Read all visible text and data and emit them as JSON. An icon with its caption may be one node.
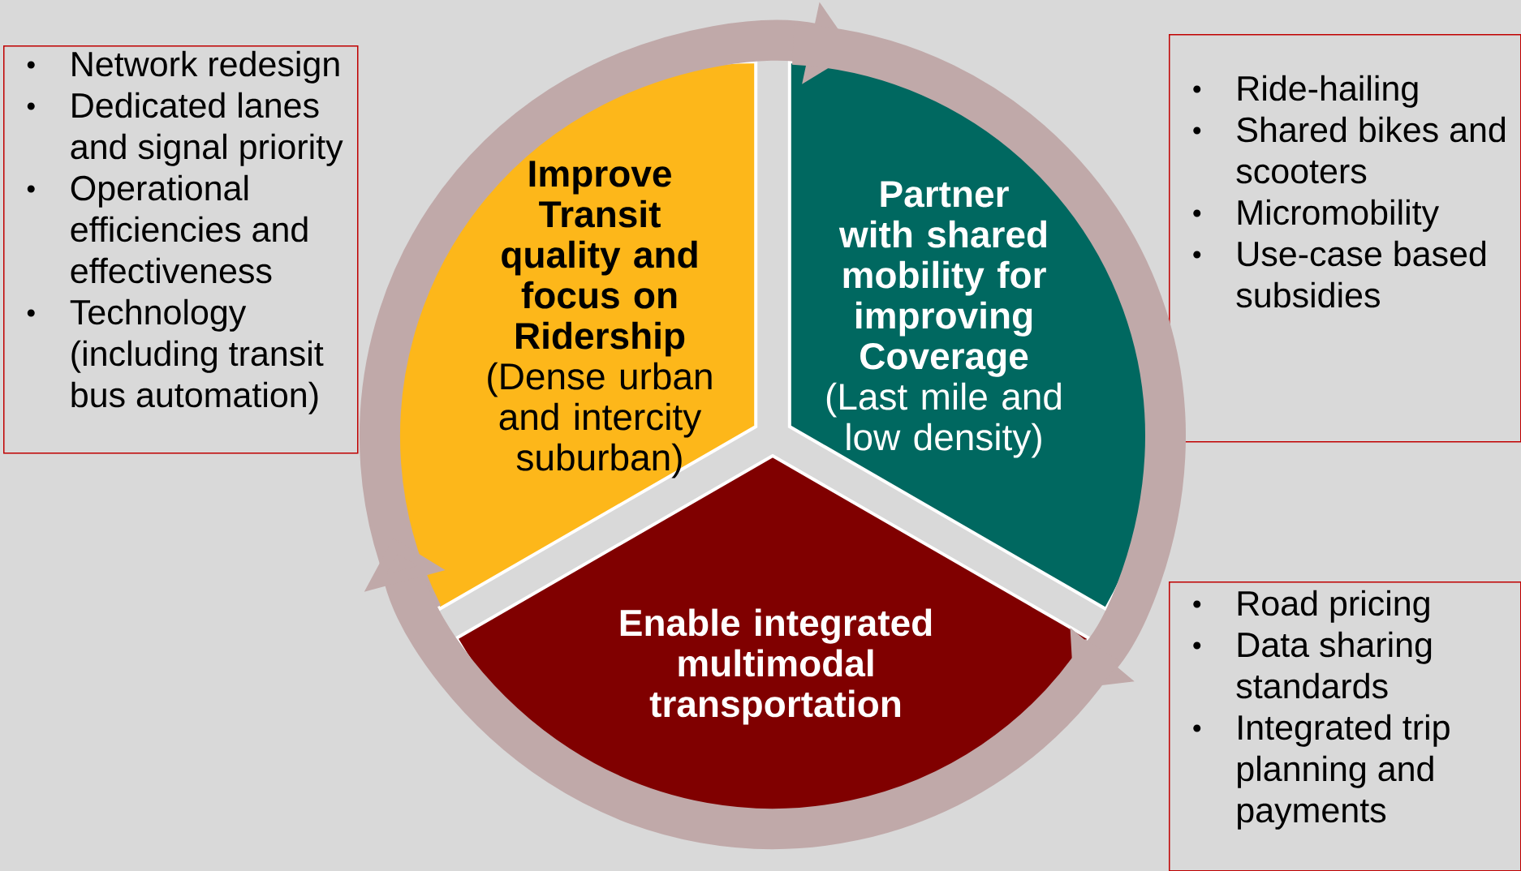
{
  "diagram": {
    "nodes": [
      {
        "text": [
          "Improve Transit quality and focus on Ridership",
          "(Dense urban and intercity suburban)"
        ]
      },
      {
        "text": [
          "Partner with shared mobility for improving Coverage",
          "(Last mile and low density)"
        ]
      },
      {
        "text": [
          "Enable integrated multimodal transportation"
        ]
      },
      {
        "text": [
          "Network redesign",
          "Dedicated lanes and signal priority",
          "Operational efficiencies and effectiveness",
          "Technology (including transit bus automation)"
        ]
      },
      {
        "text": [
          "Ride-hailing",
          "Shared bikes and scooters",
          "Micromobility",
          "Use-case based subsidies"
        ]
      },
      {
        "text": [
          "Road pricing",
          "Data sharing standards",
          "Integrated trip planning and payments"
        ]
      }
    ],
    "edges": [
      {
        "from": 0,
        "to": 1,
        "arrow": "to"
      },
      {
        "from": 1,
        "to": 2,
        "arrow": "to"
      },
      {
        "from": 2,
        "to": 0,
        "arrow": "to"
      }
    ]
  }
}
